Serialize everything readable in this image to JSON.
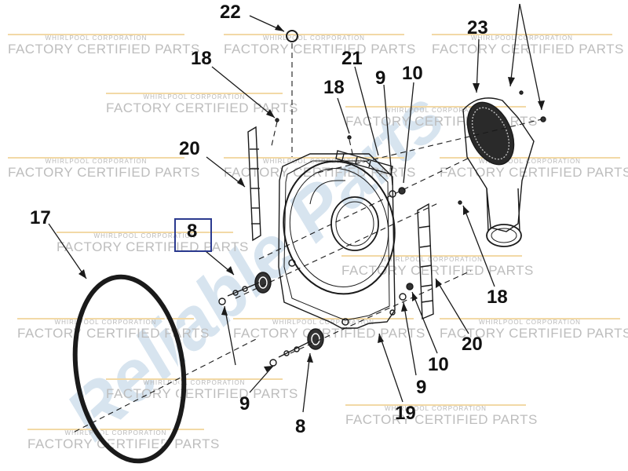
{
  "watermark": {
    "company": "WHIRLPOOL CORPORATION",
    "label": "FACTORY CERTIFIED PARTS",
    "diagonal": "Reliable Parts",
    "line_color": "#f2d9a6",
    "diagonal_color": "#d7e4ef"
  },
  "callouts": [
    {
      "id": "22",
      "text": "22"
    },
    {
      "id": "23",
      "text": "23"
    },
    {
      "id": "18a",
      "text": "18"
    },
    {
      "id": "21",
      "text": "21"
    },
    {
      "id": "9a",
      "text": "9"
    },
    {
      "id": "10a",
      "text": "10"
    },
    {
      "id": "18b",
      "text": "18"
    },
    {
      "id": "20a",
      "text": "20"
    },
    {
      "id": "17",
      "text": "17"
    },
    {
      "id": "8a",
      "text": "8"
    },
    {
      "id": "18c",
      "text": "18"
    },
    {
      "id": "20b",
      "text": "20"
    },
    {
      "id": "10b",
      "text": "10"
    },
    {
      "id": "9b",
      "text": "9"
    },
    {
      "id": "9c",
      "text": "9"
    },
    {
      "id": "19",
      "text": "19"
    },
    {
      "id": "8b",
      "text": "8"
    }
  ],
  "highlighted_callout": "8",
  "colors": {
    "line": "#1a1a1a",
    "highlight": "#2b3a8f"
  }
}
